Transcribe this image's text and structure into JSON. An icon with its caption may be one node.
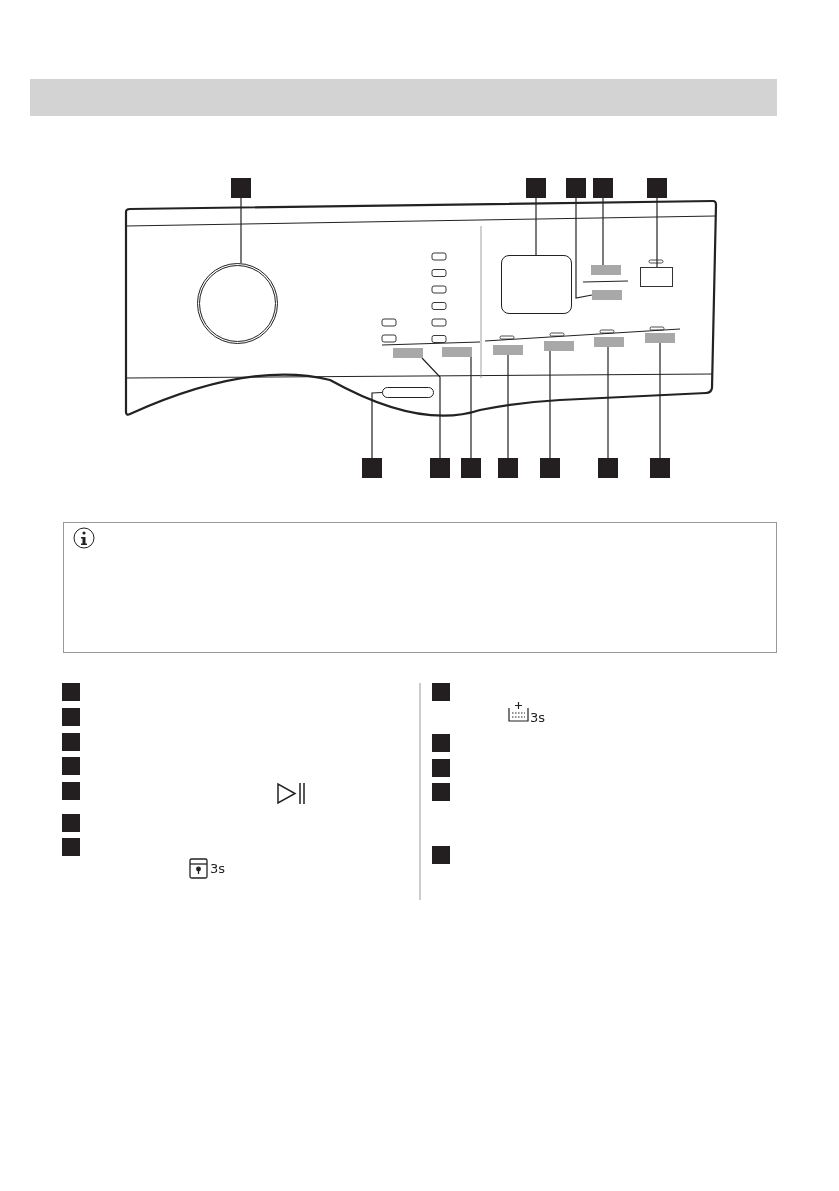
{
  "diagram": {
    "nodes": [
      {
        "text": [],
        "shape": "bar"
      },
      {
        "text": [],
        "shape": "box"
      },
      {
        "text": [],
        "shape": "box"
      },
      {
        "text": [],
        "shape": "box"
      },
      {
        "text": [],
        "shape": "box"
      },
      {
        "text": [],
        "shape": "box"
      },
      {
        "text": [],
        "shape": "circle"
      },
      {
        "text": [],
        "shape": "box"
      },
      {
        "text": [],
        "shape": "bar"
      },
      {
        "text": [],
        "shape": "bar"
      },
      {
        "text": [],
        "shape": "box"
      },
      {
        "text": [],
        "shape": "bar"
      },
      {
        "text": [],
        "shape": "bar"
      },
      {
        "text": [],
        "shape": "bar"
      },
      {
        "text": [],
        "shape": "bar"
      },
      {
        "text": [],
        "shape": "bar"
      },
      {
        "text": [],
        "shape": "bar"
      },
      {
        "text": [],
        "shape": "bar"
      },
      {
        "text": [],
        "shape": "box"
      },
      {
        "text": [],
        "shape": "box"
      },
      {
        "text": [],
        "shape": "box"
      },
      {
        "text": [],
        "shape": "box"
      },
      {
        "text": [],
        "shape": "box"
      },
      {
        "text": [],
        "shape": "box"
      },
      {
        "text": [],
        "shape": "box"
      },
      {
        "text": [],
        "shape": "box"
      },
      {
        "text": [],
        "shape": "box"
      },
      {
        "text": [],
        "shape": "box"
      },
      {
        "text": [],
        "shape": "box"
      },
      {
        "text": [],
        "shape": "box"
      },
      {
        "text": [],
        "shape": "box"
      },
      {
        "text": [],
        "shape": "box"
      },
      {
        "text": [],
        "shape": "box"
      },
      {
        "text": [],
        "shape": "box"
      },
      {
        "text": [],
        "shape": "box"
      },
      {
        "text": [],
        "shape": "box"
      },
      {
        "text": [],
        "shape": "box"
      },
      {
        "text": [],
        "shape": "box"
      }
    ],
    "edges": [
      {
        "from": 1,
        "to": 6,
        "arrow": "none"
      },
      {
        "from": 2,
        "to": 7,
        "arrow": "none"
      },
      {
        "from": 3,
        "to": 9,
        "arrow": "none"
      },
      {
        "from": 4,
        "to": 8,
        "arrow": "none"
      },
      {
        "from": 5,
        "to": 10,
        "arrow": "none"
      },
      {
        "from": 18,
        "to": 11,
        "arrow": "none"
      },
      {
        "from": 19,
        "to": 12,
        "arrow": "none"
      },
      {
        "from": 20,
        "to": 13,
        "arrow": "none"
      },
      {
        "from": 21,
        "to": 14,
        "arrow": "none"
      },
      {
        "from": 22,
        "to": 15,
        "arrow": "none"
      },
      {
        "from": 23,
        "to": 16,
        "arrow": "none"
      },
      {
        "from": 24,
        "to": 17,
        "arrow": "none"
      }
    ],
    "labels": [
      "3s",
      "3s"
    ]
  }
}
